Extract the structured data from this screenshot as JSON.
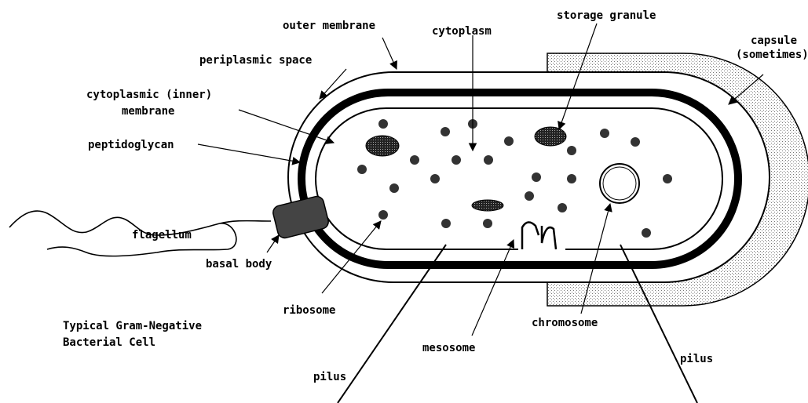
{
  "labels": {
    "outer_membrane": "outer membrane",
    "cytoplasm": "cytoplasm",
    "storage_granule": "storage granule",
    "capsule_line1": "capsule",
    "capsule_line2": "(sometimes)",
    "periplasmic_space": "periplasmic space",
    "cytoplasmic_membrane_line1": "cytoplasmic (inner)",
    "cytoplasmic_membrane_line2": "membrane",
    "peptidoglycan": "peptidoglycan",
    "flagellum": "flagellum",
    "basal_body": "basal body",
    "ribosome": "ribosome",
    "mesosome": "mesosome",
    "chromosome": "chromosome",
    "pilus_left": "pilus",
    "pilus_right": "pilus",
    "caption_line1": "Typical Gram-Negative",
    "caption_line2": "Bacterial Cell"
  },
  "colors": {
    "ink": "#000000",
    "basal_body": "#444444",
    "capsule_stipple": "#bbbbbb",
    "granule_fill": "#555555"
  }
}
